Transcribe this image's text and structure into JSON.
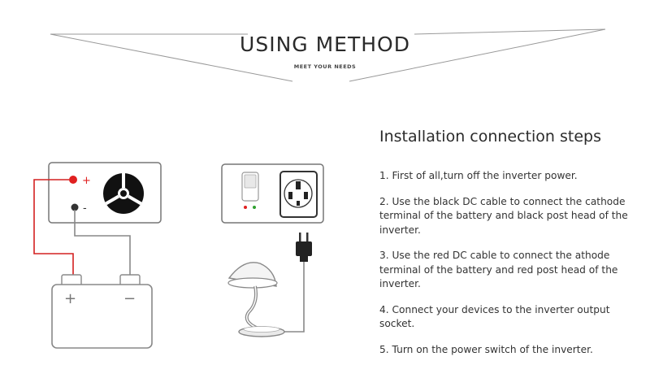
{
  "header": {
    "title": "USING METHOD",
    "subtitle": "MEET YOUR NEEDS"
  },
  "diagram": {
    "plus_label": "+",
    "minus_label": "-",
    "battery_plus": "+",
    "battery_minus": "−"
  },
  "instructions": {
    "title": "Installation connection steps",
    "steps": [
      "1. First of all,turn off the inverter power.",
      "2. Use the black DC cable to connect the cathode terminal of the battery and black post head of the inverter.",
      "3. Use the red DC cable to connect the athode terminal of the battery and red post head of the inverter.",
      "4. Connect your devices to the inverter output socket.",
      "5. Turn on the power switch of the inverter."
    ]
  },
  "colors": {
    "red_wire": "#d42020",
    "line_gray": "#888888",
    "fan_black": "#111111"
  }
}
